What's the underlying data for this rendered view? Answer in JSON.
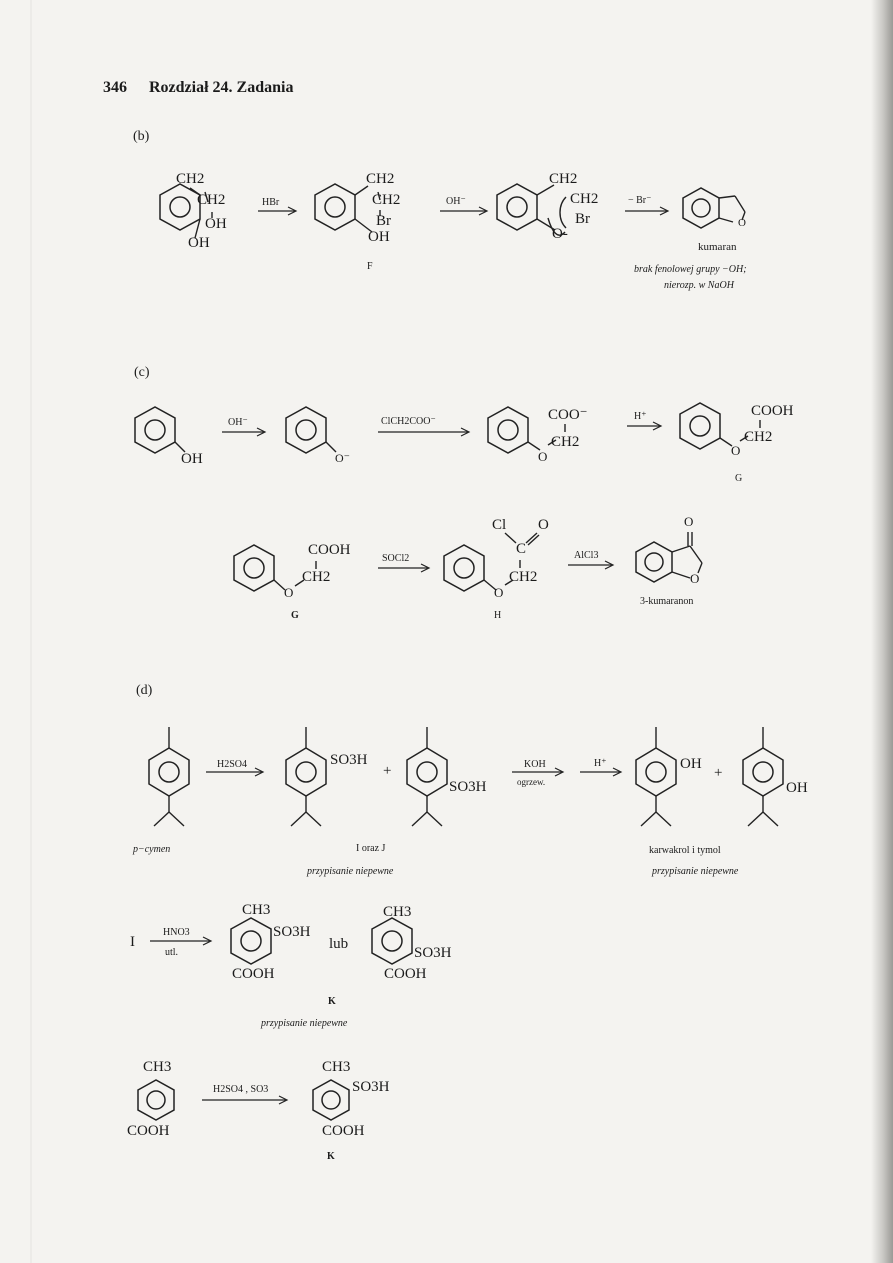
{
  "header": {
    "page_number": "346",
    "chapter": "Rozdział 24. Zadania"
  },
  "parts": {
    "b": {
      "label": "(b)",
      "sm": {
        "ch2a": "CH2",
        "ch2b": "CH2",
        "oh1": "OH",
        "oh2": "OH"
      },
      "reagent1": "HBr",
      "F": {
        "ch2a": "CH2",
        "ch2b": "CH2",
        "br": "Br",
        "oh": "OH",
        "name": "F"
      },
      "reagent2": "OH⁻",
      "int": {
        "ch2a": "CH2",
        "ch2b": "CH2",
        "br": "Br",
        "o": "O-"
      },
      "reagent3": "− Br⁻",
      "product_name": "kumaran",
      "note1": "brak fenolowej grupy  −OH;",
      "note2": "nierozp. w NaOH"
    },
    "c": {
      "label": "(c)",
      "phenol_oh": "OH",
      "reagent1": "OH⁻",
      "phenoxide_o": "O⁻",
      "reagent2": "ClCH2COO⁻",
      "int1": {
        "coo": "COO⁻",
        "o": "O",
        "ch2": "CH2"
      },
      "reagent3": "H⁺",
      "G": {
        "cooh": "COOH",
        "o": "O",
        "ch2": "CH2",
        "name": "G"
      },
      "G2": {
        "cooh": "COOH",
        "o": "O",
        "ch2": "CH2",
        "name": "G"
      },
      "reagent4": "SOCl2",
      "H": {
        "cl": "Cl",
        "o_top": "O",
        "c": "C",
        "o": "O",
        "ch2": "CH2",
        "name": "H"
      },
      "reagent5": "AlCl3",
      "product": {
        "o_top": "O",
        "o_ring": "O",
        "name": "3-kumaranon"
      }
    },
    "d": {
      "label": "(d)",
      "cymene_name": "p−cymen",
      "reagent1": "H2SO4",
      "so3h_a": "SO3H",
      "plus1": "+",
      "so3h_b": "SO3H",
      "ij_label": "I oraz J",
      "ij_note": "przypisanie niepewne",
      "reagent2_top": "KOH",
      "reagent2_bottom": "ogrzew.",
      "reagent3": "H⁺",
      "oh_a": "OH",
      "plus2": "+",
      "oh_b": "OH",
      "phenols_name": "karwakrol i tymol",
      "phenols_note": "przypisanie  niepewne",
      "I_label": "I",
      "reagent4_top": "HNO3",
      "reagent4_bottom": "utl.",
      "k1": {
        "ch3": "CH3",
        "so3h": "SO3H",
        "cooh": "COOH"
      },
      "lub": "lub",
      "k2": {
        "ch3": "CH3",
        "so3h": "SO3H",
        "cooh": "COOH"
      },
      "k_label": "K",
      "k_note": "przypisanie niepewne",
      "toluic": {
        "ch3": "CH3",
        "cooh": "COOH"
      },
      "reagent5": "H2SO4 , SO3",
      "k3": {
        "ch3": "CH3",
        "so3h": "SO3H",
        "cooh": "COOH"
      },
      "k3_label": "K"
    }
  }
}
